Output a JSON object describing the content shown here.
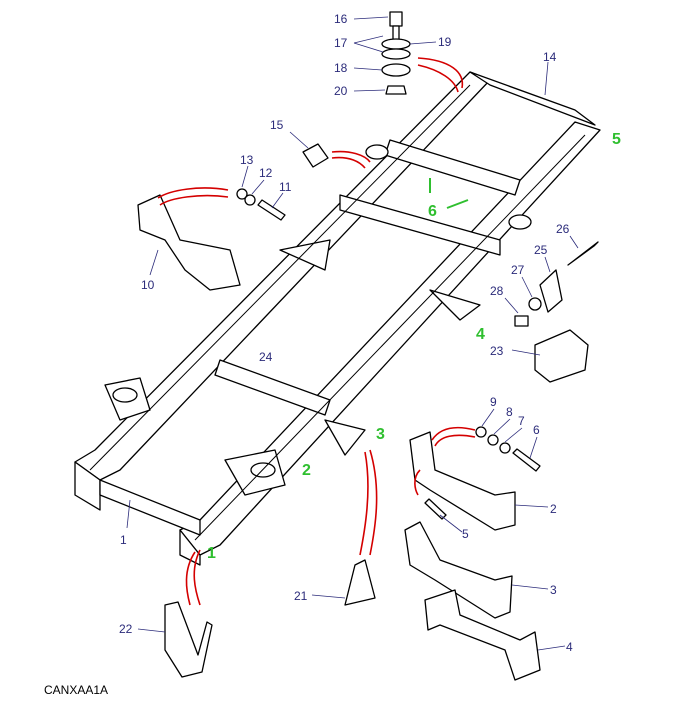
{
  "diagram": {
    "reference_code": "CANXAA1A",
    "callouts": {
      "c16": "16",
      "c17": "17",
      "c19": "19",
      "c18": "18",
      "c20": "20",
      "c14": "14",
      "c15": "15",
      "c13": "13",
      "c12": "12",
      "c11": "11",
      "c10": "10",
      "c26": "26",
      "c25": "25",
      "c27": "27",
      "c28": "28",
      "c23": "23",
      "c24": "24",
      "c9": "9",
      "c8": "8",
      "c7": "7",
      "c6": "6",
      "c2": "2",
      "c5": "5",
      "c1": "1",
      "c21": "21",
      "c3": "3",
      "c22": "22",
      "c4": "4"
    },
    "location_markers": {
      "g1": "1",
      "g2": "2",
      "g3": "3",
      "g4": "4",
      "g5": "5",
      "g6": "6"
    },
    "colors": {
      "callout": "#2b2b7a",
      "marker": "#2fbf2f",
      "leader_red": "#d40000"
    }
  }
}
